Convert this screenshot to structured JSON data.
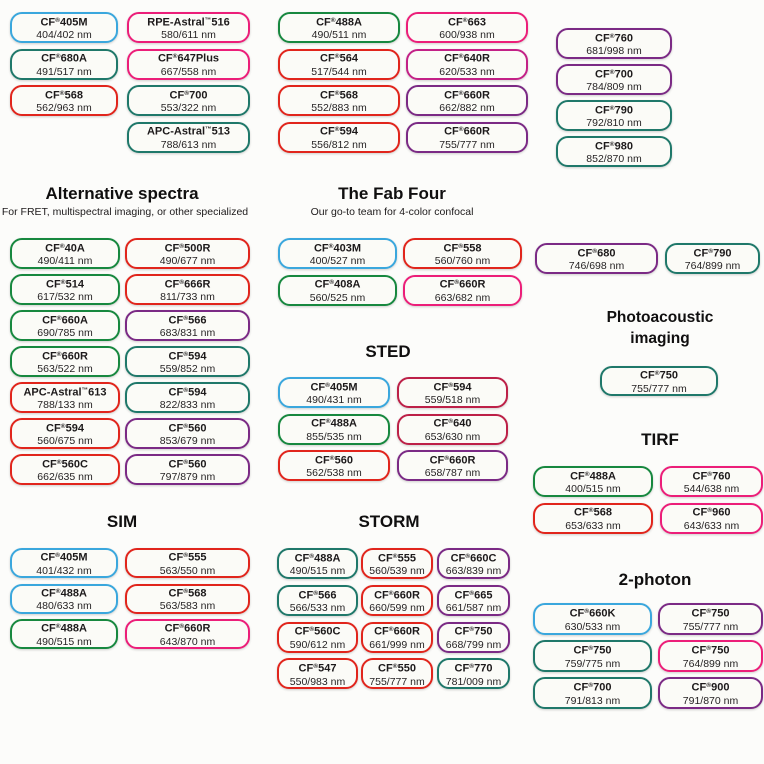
{
  "palette": {
    "blue": "#3aa7dd",
    "green": "#17883f",
    "teal": "#1f786a",
    "red": "#e1251c",
    "pink": "#ec1e79",
    "magenta": "#c32187",
    "crimson": "#bd2048",
    "purple": "#7b2a85"
  },
  "sections": [
    {
      "id": "top-left-group",
      "columns": [
        {
          "items": [
            {
              "name": "CF®405M",
              "nm": "404/402 nm",
              "color": "blue"
            },
            {
              "name": "CF®680A",
              "nm": "491/517 nm",
              "color": "teal"
            },
            {
              "name": "CF®568",
              "nm": "562/963 nm",
              "color": "red"
            }
          ]
        },
        {
          "items": [
            {
              "name": "RPE-Astral™516",
              "nm": "580/611 nm",
              "color": "pink"
            },
            {
              "name": "CF®647Plus",
              "nm": "667/558 nm",
              "color": "pink"
            },
            {
              "name": "CF®700",
              "nm": "553/322 nm",
              "color": "teal"
            },
            {
              "name": "APC-Astral™513",
              "nm": "788/613 nm",
              "color": "teal"
            }
          ]
        }
      ]
    },
    {
      "id": "top-middle-group",
      "columns": [
        {
          "items": [
            {
              "name": "CF®488A",
              "nm": "490/511 nm",
              "color": "green"
            },
            {
              "name": "CF®564",
              "nm": "517/544 nm",
              "color": "red"
            },
            {
              "name": "CF®568",
              "nm": "552/883 nm",
              "color": "red"
            },
            {
              "name": "CF®594",
              "nm": "556/812 nm",
              "color": "red"
            }
          ]
        },
        {
          "items": [
            {
              "name": "CF®663",
              "nm": "600/938 nm",
              "color": "pink"
            },
            {
              "name": "CF®640R",
              "nm": "620/533 nm",
              "color": "magenta"
            },
            {
              "name": "CF®660R",
              "nm": "662/882 nm",
              "color": "purple"
            },
            {
              "name": "CF®660R",
              "nm": "755/777 nm",
              "color": "purple"
            }
          ]
        }
      ]
    },
    {
      "id": "top-right-group",
      "columns": [
        {
          "items": [
            {
              "name": "CF®760",
              "nm": "681/998 nm",
              "color": "purple"
            },
            {
              "name": "CF®700",
              "nm": "784/809 nm",
              "color": "purple"
            },
            {
              "name": "CF®790",
              "nm": "792/810 nm",
              "color": "teal"
            },
            {
              "name": "CF®980",
              "nm": "852/870 nm",
              "color": "teal"
            }
          ]
        }
      ]
    },
    {
      "id": "alternative-spectra",
      "title": "Alternative spectra",
      "subtitle": "For FRET, multispectral imaging, or other specialized",
      "columns": [
        {
          "items": [
            {
              "name": "CF®40A",
              "nm": "490/411 nm",
              "color": "green"
            },
            {
              "name": "CF®514",
              "nm": "617/532 nm",
              "color": "green"
            },
            {
              "name": "CF®660A",
              "nm": "690/785 nm",
              "color": "green"
            },
            {
              "name": "CF®660R",
              "nm": "563/522 nm",
              "color": "green"
            },
            {
              "name": "APC-Astral™613",
              "nm": "788/133 nm",
              "color": "red"
            },
            {
              "name": "CF®594",
              "nm": "560/675 nm",
              "color": "red"
            },
            {
              "name": "CF®560C",
              "nm": "662/635 nm",
              "color": "red"
            }
          ]
        },
        {
          "items": [
            {
              "name": "CF®500R",
              "nm": "490/677 nm",
              "color": "red"
            },
            {
              "name": "CF®666R",
              "nm": "811/733 nm",
              "color": "red"
            },
            {
              "name": "CF®566",
              "nm": "683/831 nm",
              "color": "purple"
            },
            {
              "name": "CF®594",
              "nm": "559/852 nm",
              "color": "teal"
            },
            {
              "name": "CF®594",
              "nm": "822/833 nm",
              "color": "teal"
            },
            {
              "name": "CF®560",
              "nm": "853/679 nm",
              "color": "purple"
            },
            {
              "name": "CF®560",
              "nm": "797/879 nm",
              "color": "purple"
            }
          ]
        }
      ]
    },
    {
      "id": "fab-four",
      "title": "The Fab Four",
      "subtitle": "Our go-to team for 4-color confocal",
      "columns": [
        {
          "items": [
            {
              "name": "CF®403M",
              "nm": "400/527 nm",
              "color": "blue"
            },
            {
              "name": "CF®408A",
              "nm": "560/525 nm",
              "color": "green"
            }
          ]
        },
        {
          "items": [
            {
              "name": "CF®558",
              "nm": "560/760 nm",
              "color": "red"
            },
            {
              "name": "CF®660R",
              "nm": "663/682 nm",
              "color": "pink"
            }
          ]
        }
      ]
    },
    {
      "id": "sted",
      "title": "STED",
      "columns": [
        {
          "items": [
            {
              "name": "CF®405M",
              "nm": "490/431 nm",
              "color": "blue"
            },
            {
              "name": "CF®488A",
              "nm": "855/535 nm",
              "color": "green"
            },
            {
              "name": "CF®560",
              "nm": "562/538 nm",
              "color": "red"
            }
          ]
        },
        {
          "items": [
            {
              "name": "CF®594",
              "nm": "559/518 nm",
              "color": "crimson"
            },
            {
              "name": "CF®640",
              "nm": "653/630 nm",
              "color": "crimson"
            },
            {
              "name": "CF®660R",
              "nm": "658/787 nm",
              "color": "purple"
            }
          ]
        }
      ]
    },
    {
      "id": "mid-right-group",
      "columns": [
        {
          "items": [
            {
              "name": "CF®680",
              "nm": "746/698 nm",
              "color": "purple"
            }
          ]
        },
        {
          "items": [
            {
              "name": "CF®790",
              "nm": "764/899 nm",
              "color": "teal"
            }
          ]
        }
      ]
    },
    {
      "id": "photoacoustic",
      "title": "Photoacoustic imaging",
      "columns": [
        {
          "items": [
            {
              "name": "CF®750",
              "nm": "755/777 nm",
              "color": "teal"
            }
          ]
        }
      ]
    },
    {
      "id": "sim",
      "title": "SIM",
      "columns": [
        {
          "items": [
            {
              "name": "CF®405M",
              "nm": "401/432 nm",
              "color": "blue"
            },
            {
              "name": "CF®488A",
              "nm": "480/633 nm",
              "color": "blue"
            },
            {
              "name": "CF®488A",
              "nm": "490/515 nm",
              "color": "green"
            }
          ]
        },
        {
          "items": [
            {
              "name": "CF®555",
              "nm": "563/550 nm",
              "color": "red"
            },
            {
              "name": "CF®568",
              "nm": "563/583 nm",
              "color": "red"
            },
            {
              "name": "CF®660R",
              "nm": "643/870 nm",
              "color": "pink"
            }
          ]
        }
      ]
    },
    {
      "id": "storm",
      "title": "STORM",
      "columns": [
        {
          "items": [
            {
              "name": "CF®488A",
              "nm": "490/515 nm",
              "color": "teal"
            },
            {
              "name": "CF®566",
              "nm": "566/533 nm",
              "color": "teal"
            },
            {
              "name": "CF®560C",
              "nm": "590/612 nm",
              "color": "red"
            },
            {
              "name": "CF®547",
              "nm": "550/983 nm",
              "color": "red"
            }
          ]
        },
        {
          "items": [
            {
              "name": "CF®555",
              "nm": "560/539 nm",
              "color": "red"
            },
            {
              "name": "CF®660R",
              "nm": "660/599 nm",
              "color": "red"
            },
            {
              "name": "CF®660R",
              "nm": "661/999 nm",
              "color": "red"
            },
            {
              "name": "CF®550",
              "nm": "755/777 nm",
              "color": "red"
            }
          ]
        },
        {
          "items": [
            {
              "name": "CF®660C",
              "nm": "663/839 nm",
              "color": "purple"
            },
            {
              "name": "CF®665",
              "nm": "661/587 nm",
              "color": "purple"
            },
            {
              "name": "CF®750",
              "nm": "668/799 nm",
              "color": "purple"
            },
            {
              "name": "CF®770",
              "nm": "781/009 nm",
              "color": "teal"
            }
          ]
        }
      ]
    },
    {
      "id": "tirf",
      "title": "TIRF",
      "columns": [
        {
          "items": [
            {
              "name": "CF®488A",
              "nm": "400/515 nm",
              "color": "green"
            },
            {
              "name": "CF®568",
              "nm": "653/633 nm",
              "color": "red"
            }
          ]
        },
        {
          "items": [
            {
              "name": "CF®760",
              "nm": "544/638 nm",
              "color": "pink"
            },
            {
              "name": "CF®960",
              "nm": "643/633 nm",
              "color": "pink"
            }
          ]
        }
      ]
    },
    {
      "id": "two-photon",
      "title": "2-photon",
      "columns": [
        {
          "items": [
            {
              "name": "CF®660K",
              "nm": "630/533 nm",
              "color": "blue"
            },
            {
              "name": "CF®750",
              "nm": "759/775 nm",
              "color": "teal"
            },
            {
              "name": "CF®700",
              "nm": "791/813 nm",
              "color": "teal"
            }
          ]
        },
        {
          "items": [
            {
              "name": "CF®750",
              "nm": "755/777 nm",
              "color": "purple"
            },
            {
              "name": "CF®750",
              "nm": "764/899 nm",
              "color": "pink"
            },
            {
              "name": "CF®900",
              "nm": "791/870 nm",
              "color": "purple"
            }
          ]
        }
      ]
    }
  ]
}
